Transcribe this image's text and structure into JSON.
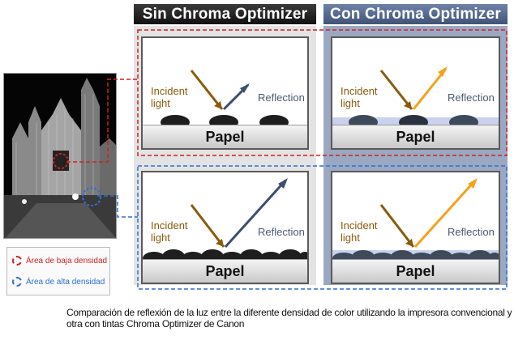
{
  "headers": {
    "without": "Sin Chroma Optimizer",
    "with": "Con Chroma Optimizer"
  },
  "panels": [
    {
      "id": "low-without",
      "incident": "Incident\nlight",
      "reflection": "Reflection",
      "paper": "Papel"
    },
    {
      "id": "low-with",
      "incident": "Incident\nlight",
      "reflection": "Reflection",
      "paper": "Papel"
    },
    {
      "id": "high-without",
      "incident": "Incident\nlight",
      "reflection": "Reflection",
      "paper": "Papel"
    },
    {
      "id": "high-with",
      "incident": "Incident\nlight",
      "reflection": "Reflection",
      "paper": "Papel"
    }
  ],
  "legend": {
    "low": "Área de baja densidad",
    "high": "Área de alta densidad"
  },
  "caption": "Comparación de reflexión de la luz entre la diferente densidad de color utilizando la impresora convencional y otra con tintas Chroma Optimizer de Canon",
  "colors": {
    "low_density": "#cc2222",
    "high_density": "#2f6fd0",
    "incident_arrow": "#8a5a0a",
    "reflection_arrow_without": "#3b4f70",
    "reflection_arrow_with": "#f5a21a"
  }
}
